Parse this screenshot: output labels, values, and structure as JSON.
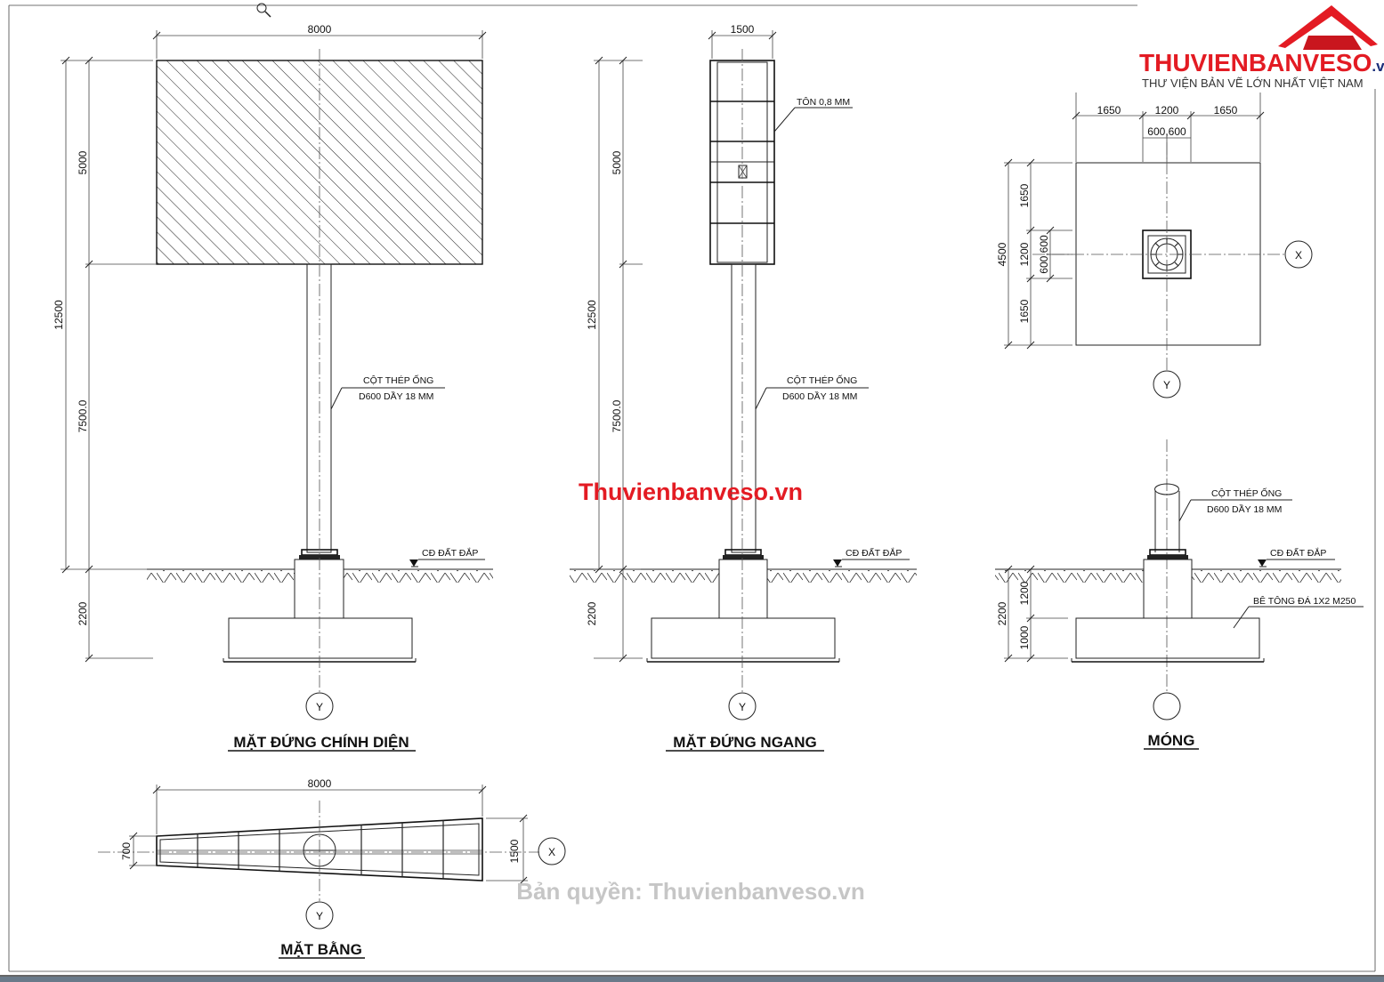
{
  "logo": {
    "brand": "THUVIENBANVESO",
    "tld": ".vn",
    "tagline": "THƯ VIỆN BẢN VẼ LỚN NHẤT VIỆT NAM"
  },
  "watermarks": {
    "center": "Thuvienbanveso.vn",
    "copyright": "Bản quyền: Thuvienbanveso.vn"
  },
  "views": {
    "front_elevation": {
      "title": "MẶT ĐỨNG CHÍNH DIỆN",
      "dim_width": "8000",
      "dim_panel_height": "5000",
      "dim_total_height": "12500",
      "dim_column_height": "7500.0",
      "dim_foundation_depth": "2200",
      "column_note_line1": "CỘT THÉP ỐNG",
      "column_note_line2": "D600 DẦY 18 MM",
      "ground_note": "CĐ ĐẤT ĐẮP",
      "axis_label": "Y"
    },
    "side_elevation": {
      "title": "MẶT ĐỨNG NGANG",
      "dim_width": "1500",
      "dim_panel_height": "5000",
      "dim_total_height": "12500",
      "dim_column_height": "7500.0",
      "dim_foundation_depth": "2200",
      "sheet_note": "TÔN 0,8 MM",
      "column_note_line1": "CỘT THÉP ỐNG",
      "column_note_line2": "D600 DẦY 18 MM",
      "ground_note": "CĐ ĐẤT ĐẮP",
      "axis_label": "Y"
    },
    "foundation": {
      "title": "MÓNG",
      "dim_top_left": "1650",
      "dim_top_mid": "1200",
      "dim_top_right": "1650",
      "dim_top_inner": "600,600",
      "dim_left_top": "1650",
      "dim_left_mid": "1200",
      "dim_left_inner": "600,600",
      "dim_left_bottom": "1650",
      "dim_left_total": "4500",
      "axis_x": "X",
      "axis_y": "Y",
      "column_note_line1": "CỘT THÉP ỐNG",
      "column_note_line2": "D600 DẦY 18 MM",
      "ground_note": "CĐ ĐẤT ĐẮP",
      "concrete_note": "BÊ TÔNG ĐÁ 1X2 M250",
      "dim_section_total": "2200",
      "dim_section_top": "1200",
      "dim_section_bottom": "1000"
    },
    "plan": {
      "title": "MẶT BẰNG",
      "dim_width": "8000",
      "dim_left": "700",
      "dim_right": "1500",
      "axis_x": "X",
      "axis_y": "Y"
    }
  }
}
